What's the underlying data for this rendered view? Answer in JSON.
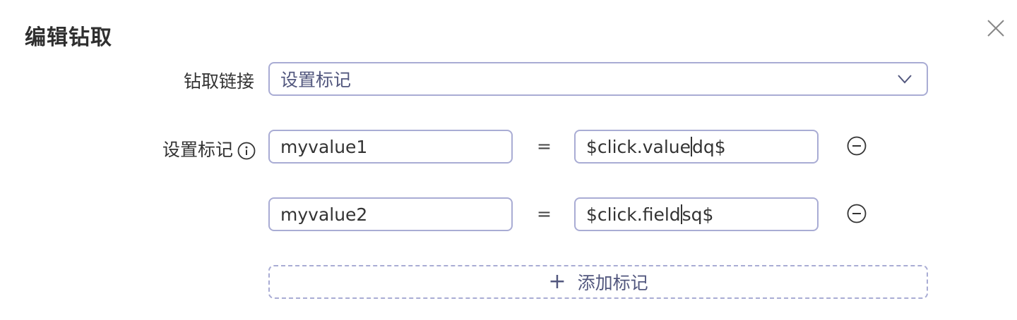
{
  "dialog": {
    "title": "编辑钻取",
    "close_icon": "close-icon"
  },
  "drill_link": {
    "label": "钻取链接",
    "selected": "设置标记",
    "chevron_icon": "chevron-down-icon"
  },
  "markers": {
    "label": "设置标记",
    "info_icon": "info-circle-icon",
    "rows": [
      {
        "name": "myvalue1",
        "equals": "=",
        "value_before_cursor": "$click.value",
        "value_after_cursor": "dq$"
      },
      {
        "name": "myvalue2",
        "equals": "=",
        "value_before_cursor": "$click.field",
        "value_after_cursor": "sq$"
      }
    ],
    "remove_icon": "minus-circle-icon"
  },
  "add_marker": {
    "plus": "+",
    "label": "添加标记"
  },
  "colors": {
    "border": "#a9acd4",
    "accent_text": "#52577e",
    "text": "#333333"
  }
}
